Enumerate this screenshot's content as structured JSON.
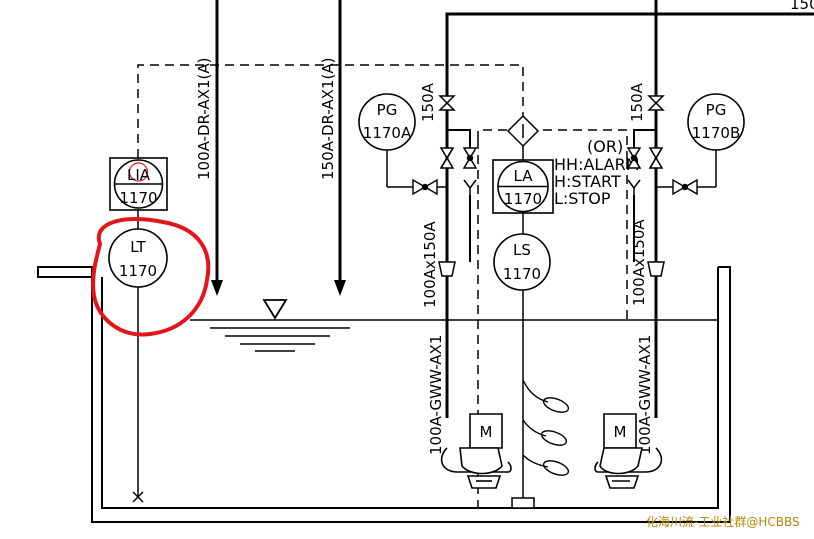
{
  "diagram": {
    "top_right_label": "150",
    "bottom_partial_text": "",
    "instruments": {
      "lia": {
        "code": "LIA",
        "number": "1170"
      },
      "lt": {
        "code": "LT",
        "number": "1170"
      },
      "la": {
        "code": "LA",
        "number": "1170"
      },
      "ls": {
        "code": "LS",
        "number": "1170"
      },
      "pg_a": {
        "code": "PG",
        "number": "1170A"
      },
      "pg_b": {
        "code": "PG",
        "number": "1170B"
      }
    },
    "pipe_labels": {
      "drain_left": "100A-DR-AX1(A)",
      "drain_right": "150A-DR-AX1(A)",
      "discharge_left": "150A",
      "discharge_right": "150A",
      "reducer_left": "100Ax150A",
      "reducer_right": "100Ax150A",
      "pump_left": "100A-GWW-AX1",
      "pump_right": "100A-GWW-AX1"
    },
    "alarm_notes": {
      "or": "(OR)",
      "hh": "HH:ALARM",
      "h": "H:START",
      "l": "L:STOP"
    },
    "pumps": {
      "left": "M",
      "right": "M"
    },
    "highlight_color": "#e0161b",
    "watermark": "化海川流-工业社群@HCBBS"
  }
}
